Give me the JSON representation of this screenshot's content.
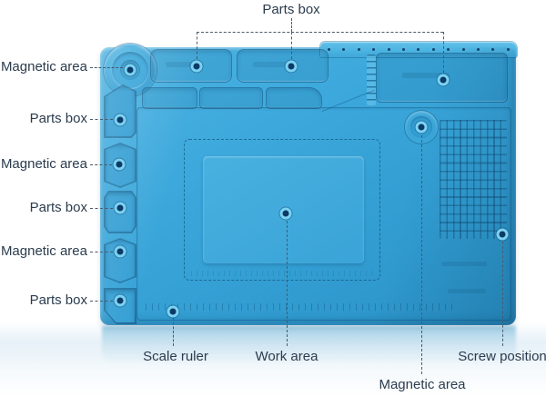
{
  "callouts": {
    "top": {
      "label": "Parts box"
    },
    "left": [
      {
        "label": "Magnetic area"
      },
      {
        "label": "Parts box"
      },
      {
        "label": "Magnetic area"
      },
      {
        "label": "Parts box"
      },
      {
        "label": "Magnetic area"
      },
      {
        "label": "Parts box"
      }
    ],
    "bottom": [
      {
        "label": "Scale ruler"
      },
      {
        "label": "Work area"
      },
      {
        "label": "Magnetic area"
      },
      {
        "label": "Screw position"
      }
    ]
  },
  "colors": {
    "background": "#FFFFFF",
    "mat_base": "#3AA6DA",
    "mat_light": "#5FC2EB",
    "mat_dark": "#2B92C8",
    "mat_outline": "#1B7AAE",
    "marker_center": "#0D3A66",
    "marker_halo": "#7BD2F2",
    "leader_line": "#4A5B6D",
    "label_text": "#2B3C4E"
  }
}
